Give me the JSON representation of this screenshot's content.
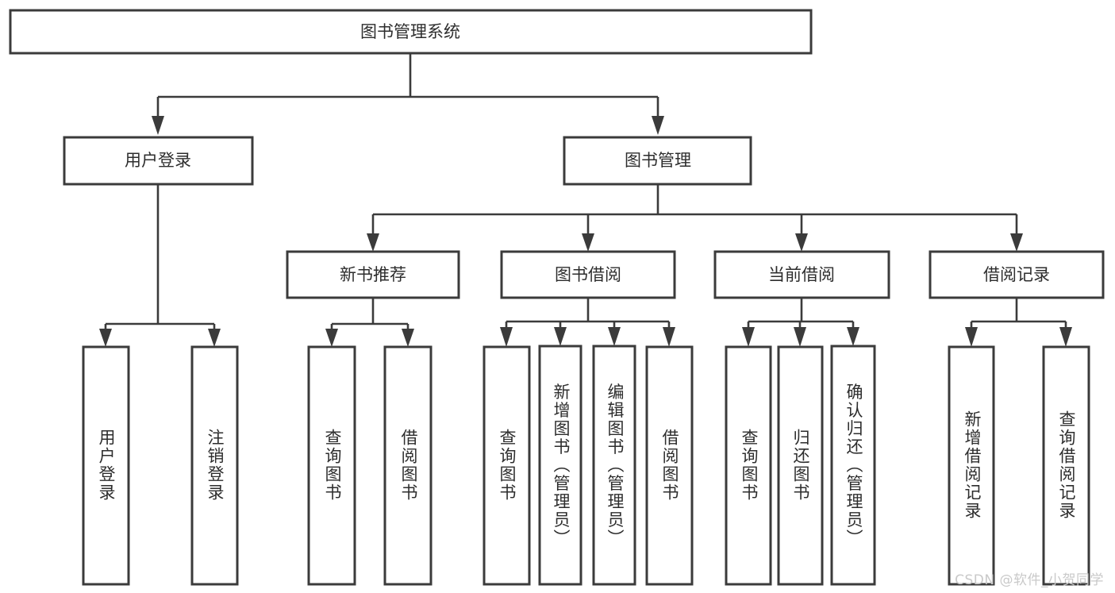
{
  "diagram": {
    "title": "图书管理系统",
    "type": "tree",
    "watermark": "CSDN @软件_小贺同学",
    "colors": {
      "box_stroke": "#3b3b3b",
      "box_fill": "#ffffff",
      "text": "#2d2d2d",
      "background": "#ffffff",
      "watermark": "#c9c9c9"
    },
    "root": {
      "label": "图书管理系统"
    },
    "level2": [
      {
        "label": "用户登录"
      },
      {
        "label": "图书管理"
      }
    ],
    "level3": [
      {
        "label": "新书推荐"
      },
      {
        "label": "图书借阅"
      },
      {
        "label": "当前借阅"
      },
      {
        "label": "借阅记录"
      }
    ],
    "leaves": {
      "user_login": [
        {
          "label": "用户登录"
        },
        {
          "label": "注销登录"
        }
      ],
      "new_book_recommend": [
        {
          "label": "查询图书"
        },
        {
          "label": "借阅图书"
        }
      ],
      "book_borrow": [
        {
          "label": "查询图书"
        },
        {
          "label": "新增图书（管理员）"
        },
        {
          "label": "编辑图书（管理员）"
        },
        {
          "label": "借阅图书"
        }
      ],
      "current_borrow": [
        {
          "label": "查询图书"
        },
        {
          "label": "归还图书"
        },
        {
          "label": "确认归还（管理员）"
        }
      ],
      "borrow_record": [
        {
          "label": "新增借阅记录"
        },
        {
          "label": "查询借阅记录"
        }
      ]
    }
  }
}
